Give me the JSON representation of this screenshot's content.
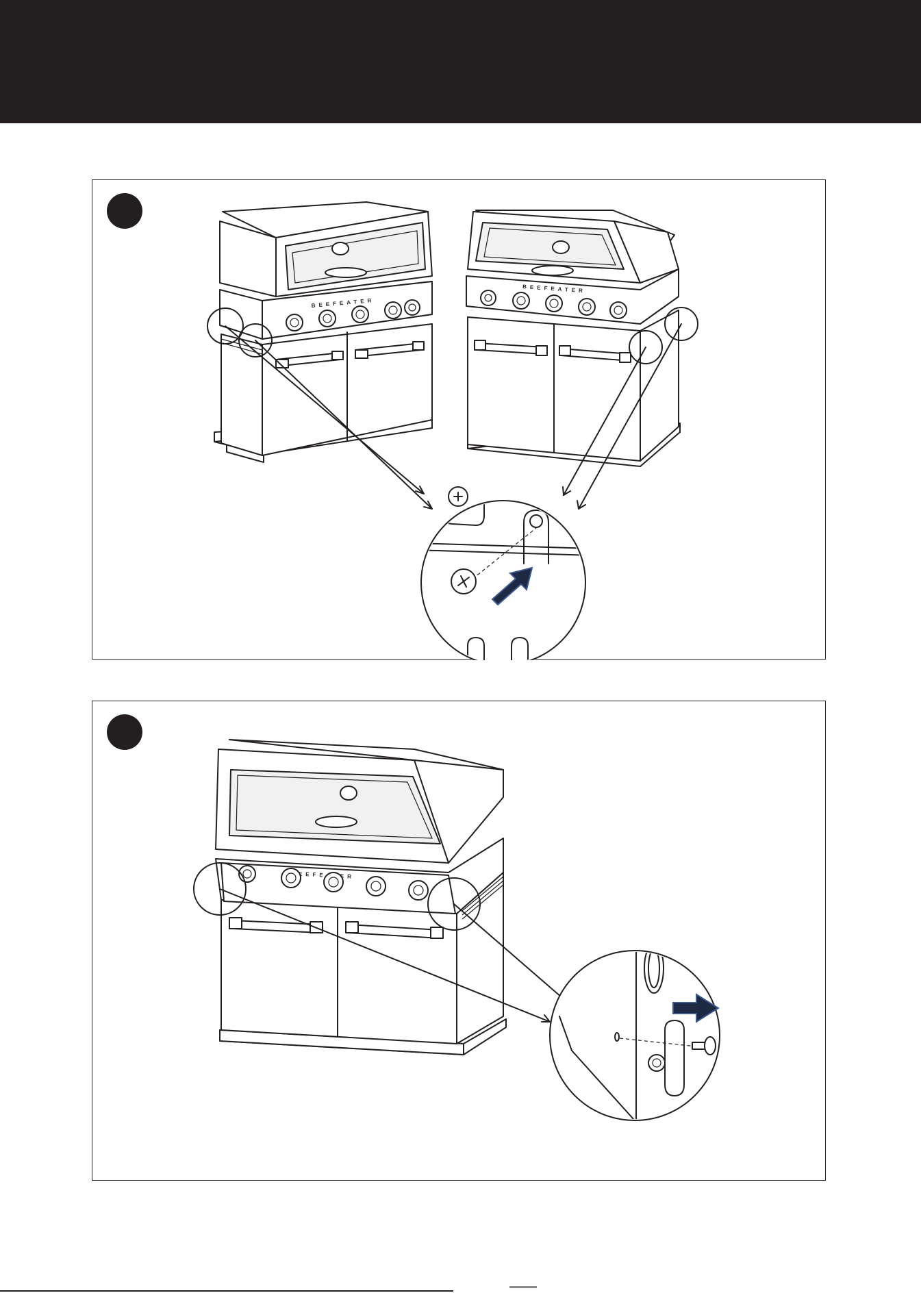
{
  "colors": {
    "ink": "#231f20",
    "arrow_fill": "#1e2a44",
    "arrow_outline": "#3c5a8c",
    "background": "#ffffff"
  },
  "header": {
    "band": "dark-header-band"
  },
  "steps": [
    {
      "badge": "filled-circle-step-badge",
      "illustration": "bbq-trolley-two-views-screw-insertion",
      "brand_lettering": "BEEFEATER"
    },
    {
      "badge": "filled-circle-step-badge",
      "illustration": "bbq-trolley-front-view-bolt-removal",
      "brand_lettering": "BEEFEATER"
    }
  ],
  "icons": [
    "phillips-screw-icon",
    "direction-arrow-icon",
    "magnifier-callout-icon"
  ]
}
